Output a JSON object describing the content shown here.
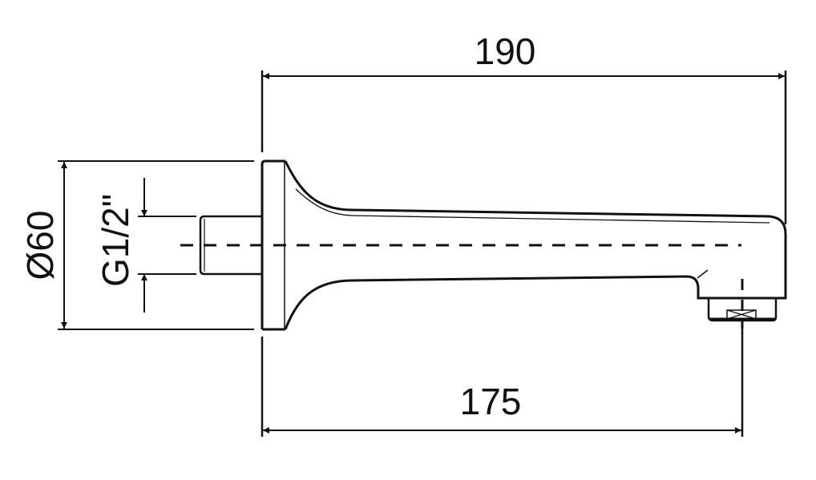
{
  "drawing": {
    "title": "Wall-mounted bath spout dimensions",
    "dimensions": {
      "overall_length": "190",
      "outlet_projection": "175",
      "flange_diameter": "Ø60",
      "thread": "G1/2\""
    },
    "colors": {
      "line": "#111111",
      "background": "#ffffff"
    }
  }
}
